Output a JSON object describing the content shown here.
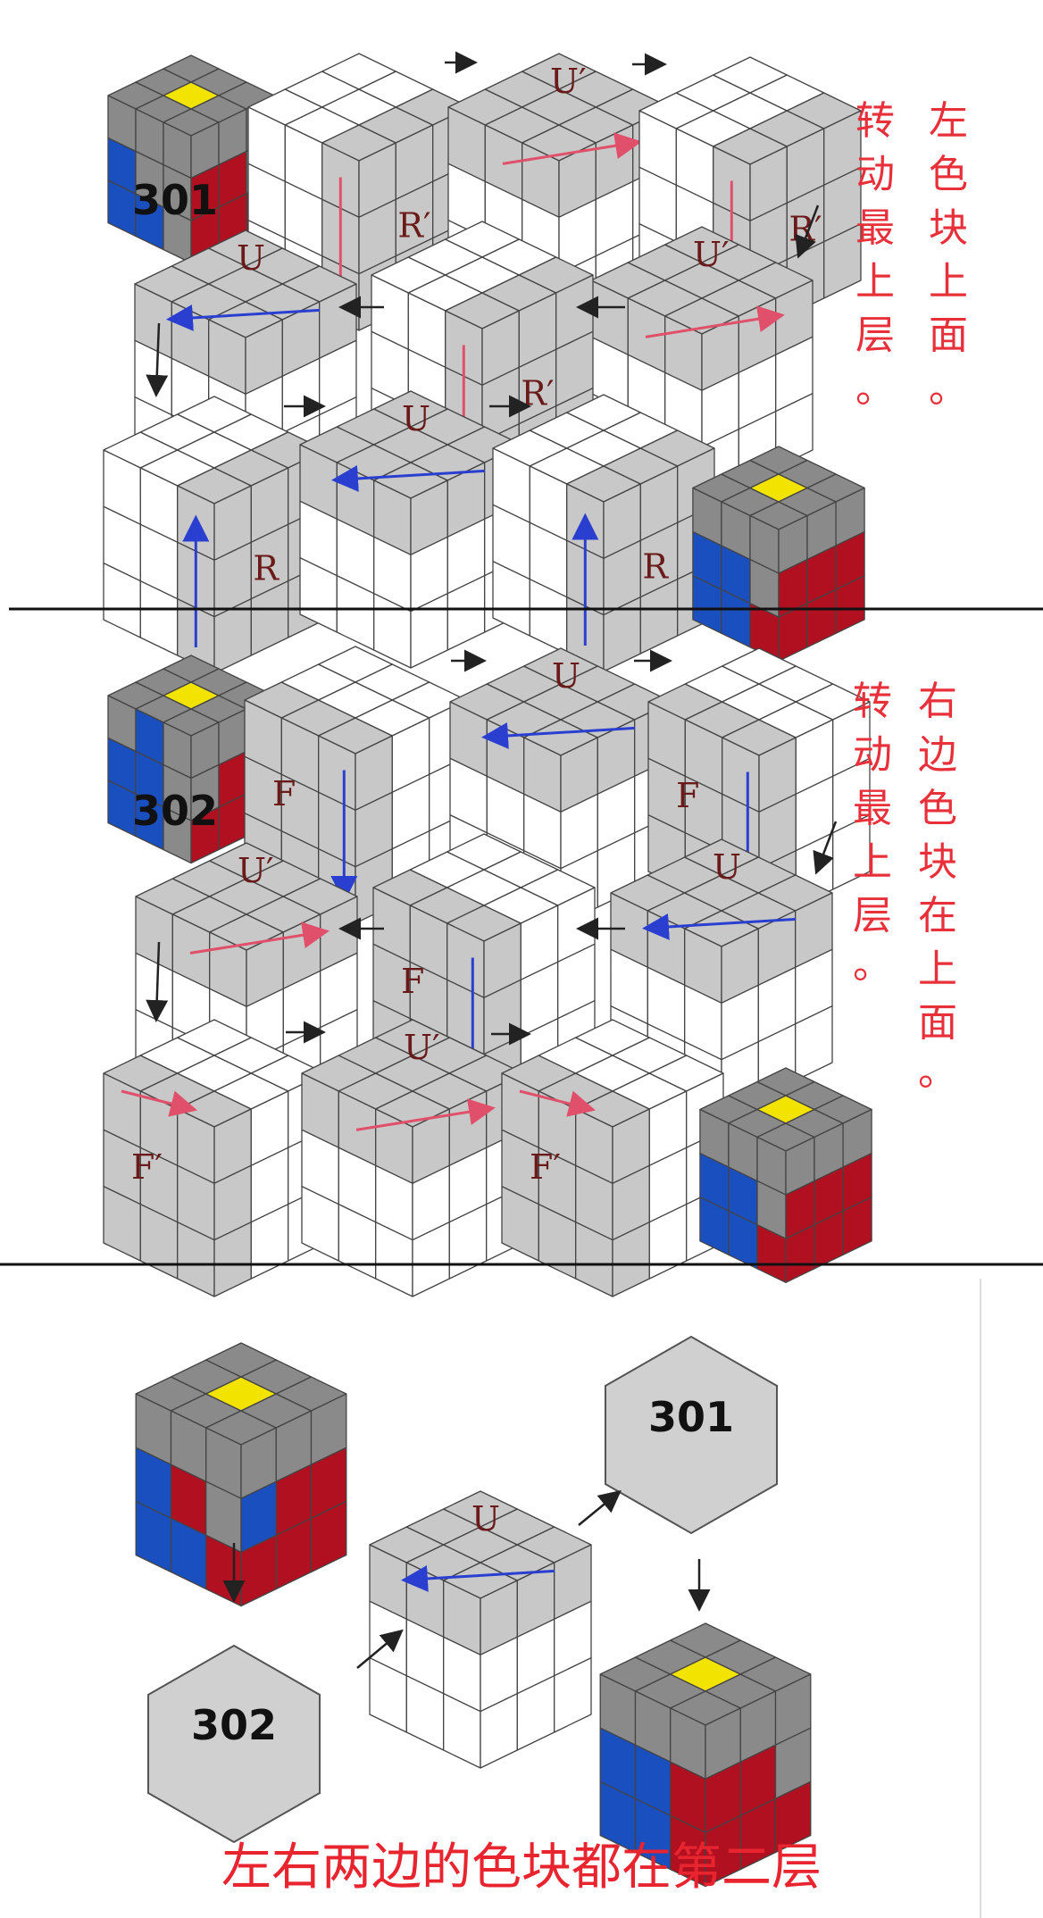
{
  "colors": {
    "red_text": "#e8303a",
    "red_arrow": "#e0506a",
    "blue_arrow": "#2a3fd0",
    "gray_face": "#c8c8c8",
    "white_face": "#ffffff",
    "cube_gray": "#8a8a8a",
    "cube_blue": "#1a4fbf",
    "cube_red": "#b01020",
    "cube_yellow": "#f2e400"
  },
  "section301": {
    "id": "301",
    "note_left": [
      "转",
      "动",
      "最",
      "上",
      "层",
      "。"
    ],
    "note_right": [
      "左",
      "色",
      "块",
      "上",
      "面",
      "。"
    ],
    "moves": [
      "R′",
      "U′",
      "R′",
      "U′",
      "R′",
      "U",
      "R",
      "U",
      "R"
    ]
  },
  "section302": {
    "id": "302",
    "note_left": [
      "转",
      "动",
      "最",
      "上",
      "层",
      "。"
    ],
    "note_right": [
      "右",
      "边",
      "色",
      "块",
      "在",
      "上",
      "面",
      "。"
    ],
    "moves": [
      "F",
      "U",
      "F",
      "U",
      "F",
      "U′",
      "F′",
      "U′",
      "F′"
    ]
  },
  "summary": {
    "hex_top": "301",
    "hex_bottom": "302",
    "middle_move": "U",
    "caption": "左右两边的色块都在第二层"
  }
}
